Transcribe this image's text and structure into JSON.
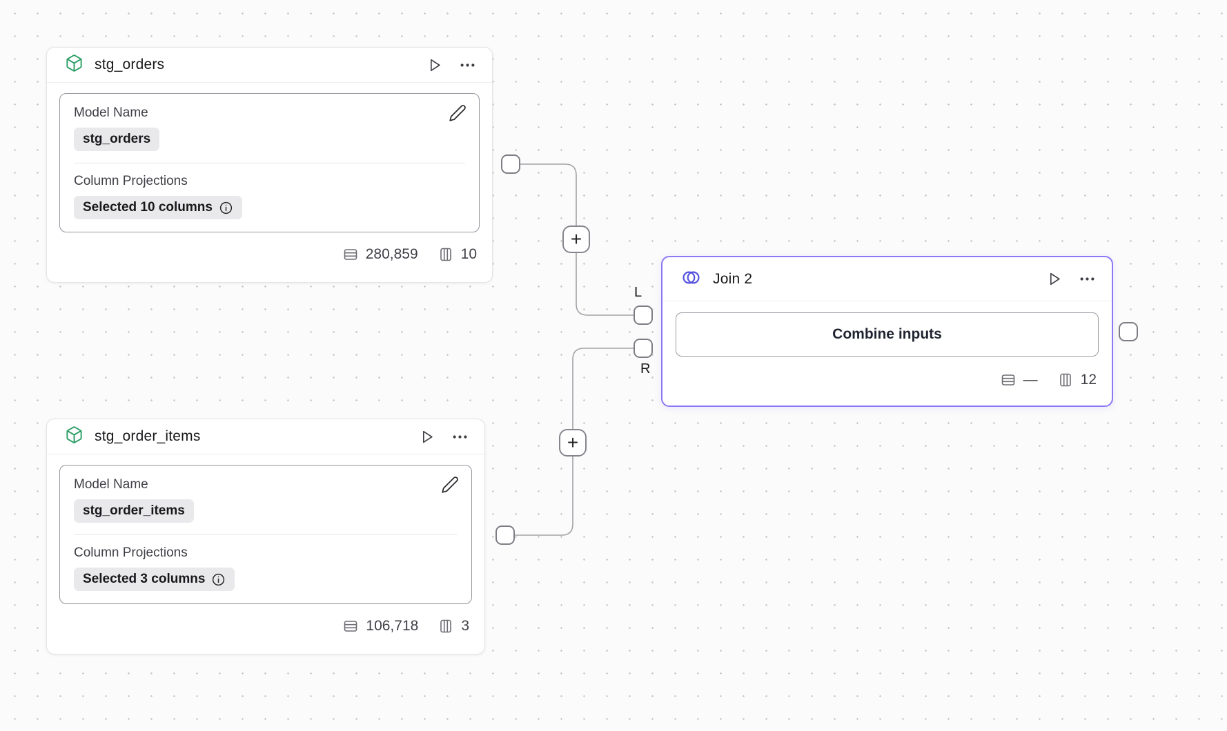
{
  "canvas": {
    "background": "#fbfbfb",
    "dot_color": "#c4c4c6",
    "add_button_glyph": "+"
  },
  "colors": {
    "accent_purple": "#8a79f3",
    "model_icon_green": "#2a9d64",
    "join_icon_indigo": "#5552e0",
    "wire_gray": "#a3a3a8"
  },
  "nodes": {
    "stg_orders": {
      "title": "stg_orders",
      "model_name": {
        "label": "Model Name",
        "value": "stg_orders"
      },
      "column_projections": {
        "label": "Column Projections",
        "value": "Selected 10 columns"
      },
      "stats": {
        "rows": "280,859",
        "columns": "10"
      }
    },
    "stg_order_items": {
      "title": "stg_order_items",
      "model_name": {
        "label": "Model Name",
        "value": "stg_order_items"
      },
      "column_projections": {
        "label": "Column Projections",
        "value": "Selected 3 columns"
      },
      "stats": {
        "rows": "106,718",
        "columns": "3"
      }
    },
    "join": {
      "title": "Join 2",
      "combine_button_label": "Combine inputs",
      "stats": {
        "rows": "—",
        "columns": "12"
      },
      "ports": {
        "left_label": "L",
        "right_label": "R"
      }
    }
  }
}
